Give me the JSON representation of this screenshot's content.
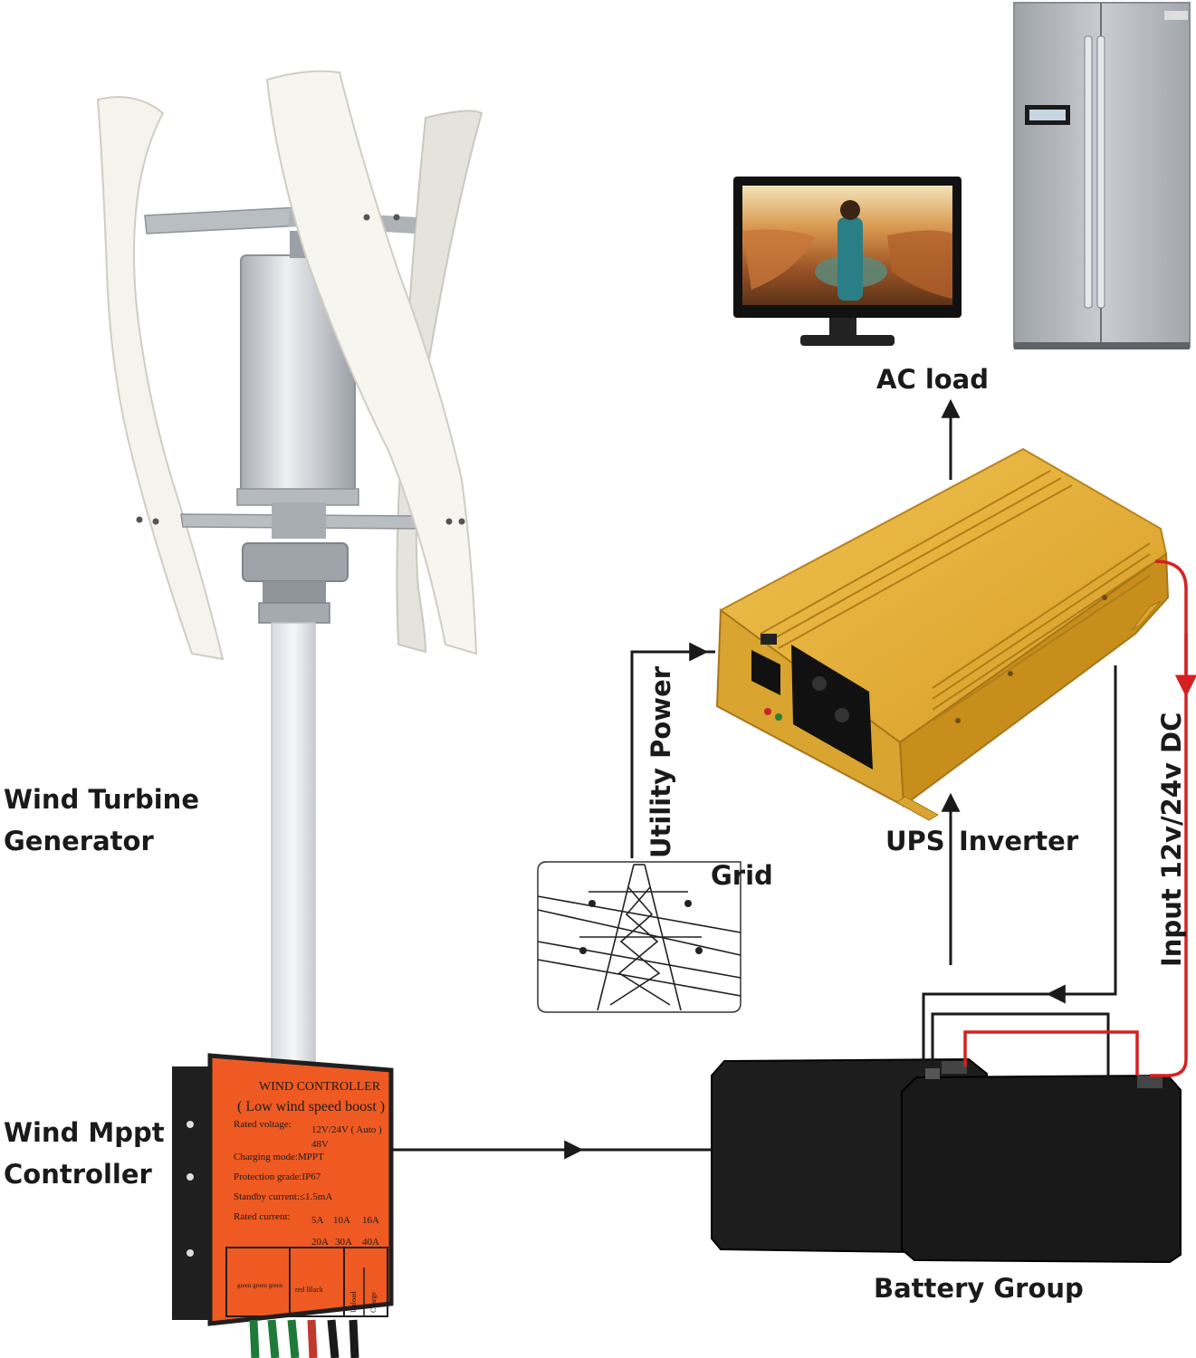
{
  "labels": {
    "wind_turbine_line1": "Wind Turbine",
    "wind_turbine_line2": "Generator",
    "wind_controller_line1": "Wind Mppt",
    "wind_controller_line2": "Controller",
    "ac_load": "AC load",
    "ups": "UPS",
    "inverter": "Inverter",
    "grid": "Grid",
    "utility_power": "Utility Power",
    "dc_input": "Input 12v/24v DC",
    "battery_group": "Battery Group"
  },
  "controller_panel": {
    "title": "WIND CONTROLLER",
    "subtitle": "( Low wind speed boost )",
    "rated_voltage_label": "Rated voltage:",
    "rated_voltage_opt1": "12V/24V ( Auto )",
    "rated_voltage_opt2": "48V",
    "charging_mode": "Charging mode:MPPT",
    "protection_grade": "Protection grade:IP67",
    "standby_current": "Standby current:≤1.5mA",
    "rated_current_label": "Rated current:",
    "current_opts_row1": [
      "5A",
      "10A",
      "16A"
    ],
    "current_opts_row2": [
      "20A",
      "30A",
      "40A"
    ],
    "wire_colors_text": "green green green",
    "battery_wire_text": "red  Black",
    "unload": "Unload",
    "charge": "Charge"
  },
  "colors": {
    "controller_orange": "#f15a24",
    "inverter_gold": "#e0a82e",
    "dc_wire_red": "#d62020",
    "wire_black": "#1a1a1a",
    "turbine_white": "#f2f1ea"
  },
  "icons": [
    "wind-turbine-icon",
    "tv-monitor-icon",
    "refrigerator-icon",
    "inverter-icon",
    "power-tower-icon",
    "battery-icon",
    "charge-controller-icon"
  ]
}
